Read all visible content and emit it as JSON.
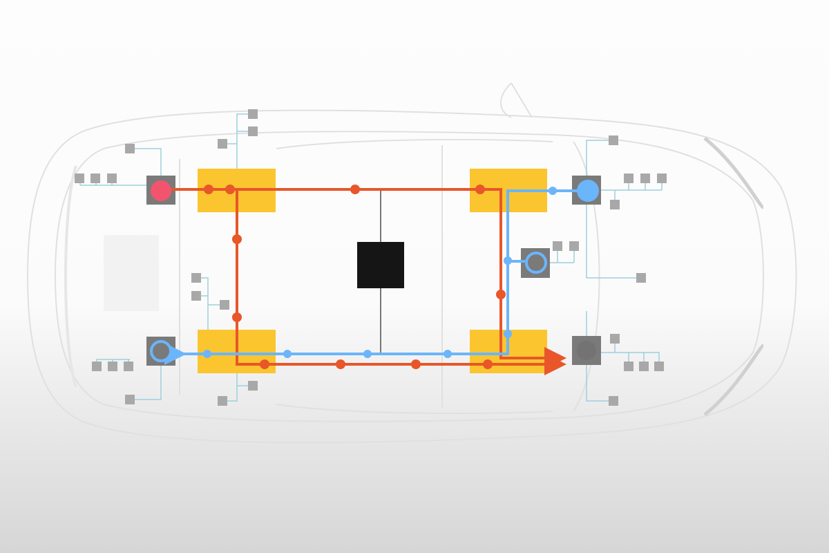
{
  "colors": {
    "zone_controller": "#FBC52F",
    "central_compute": "#151515",
    "power_line": "#E8562A",
    "data_line": "#6BB5FB",
    "node_box": "#7A7A7A",
    "sensor": "#A8A8A8",
    "branch_wire": "#9CD0DC",
    "power_source": "#F2546E",
    "car_outline": "#E2E2E2"
  },
  "icons": [
    "car-outline",
    "zone-controller",
    "central-computer",
    "ecu-node",
    "sensor",
    "arrow-head"
  ]
}
